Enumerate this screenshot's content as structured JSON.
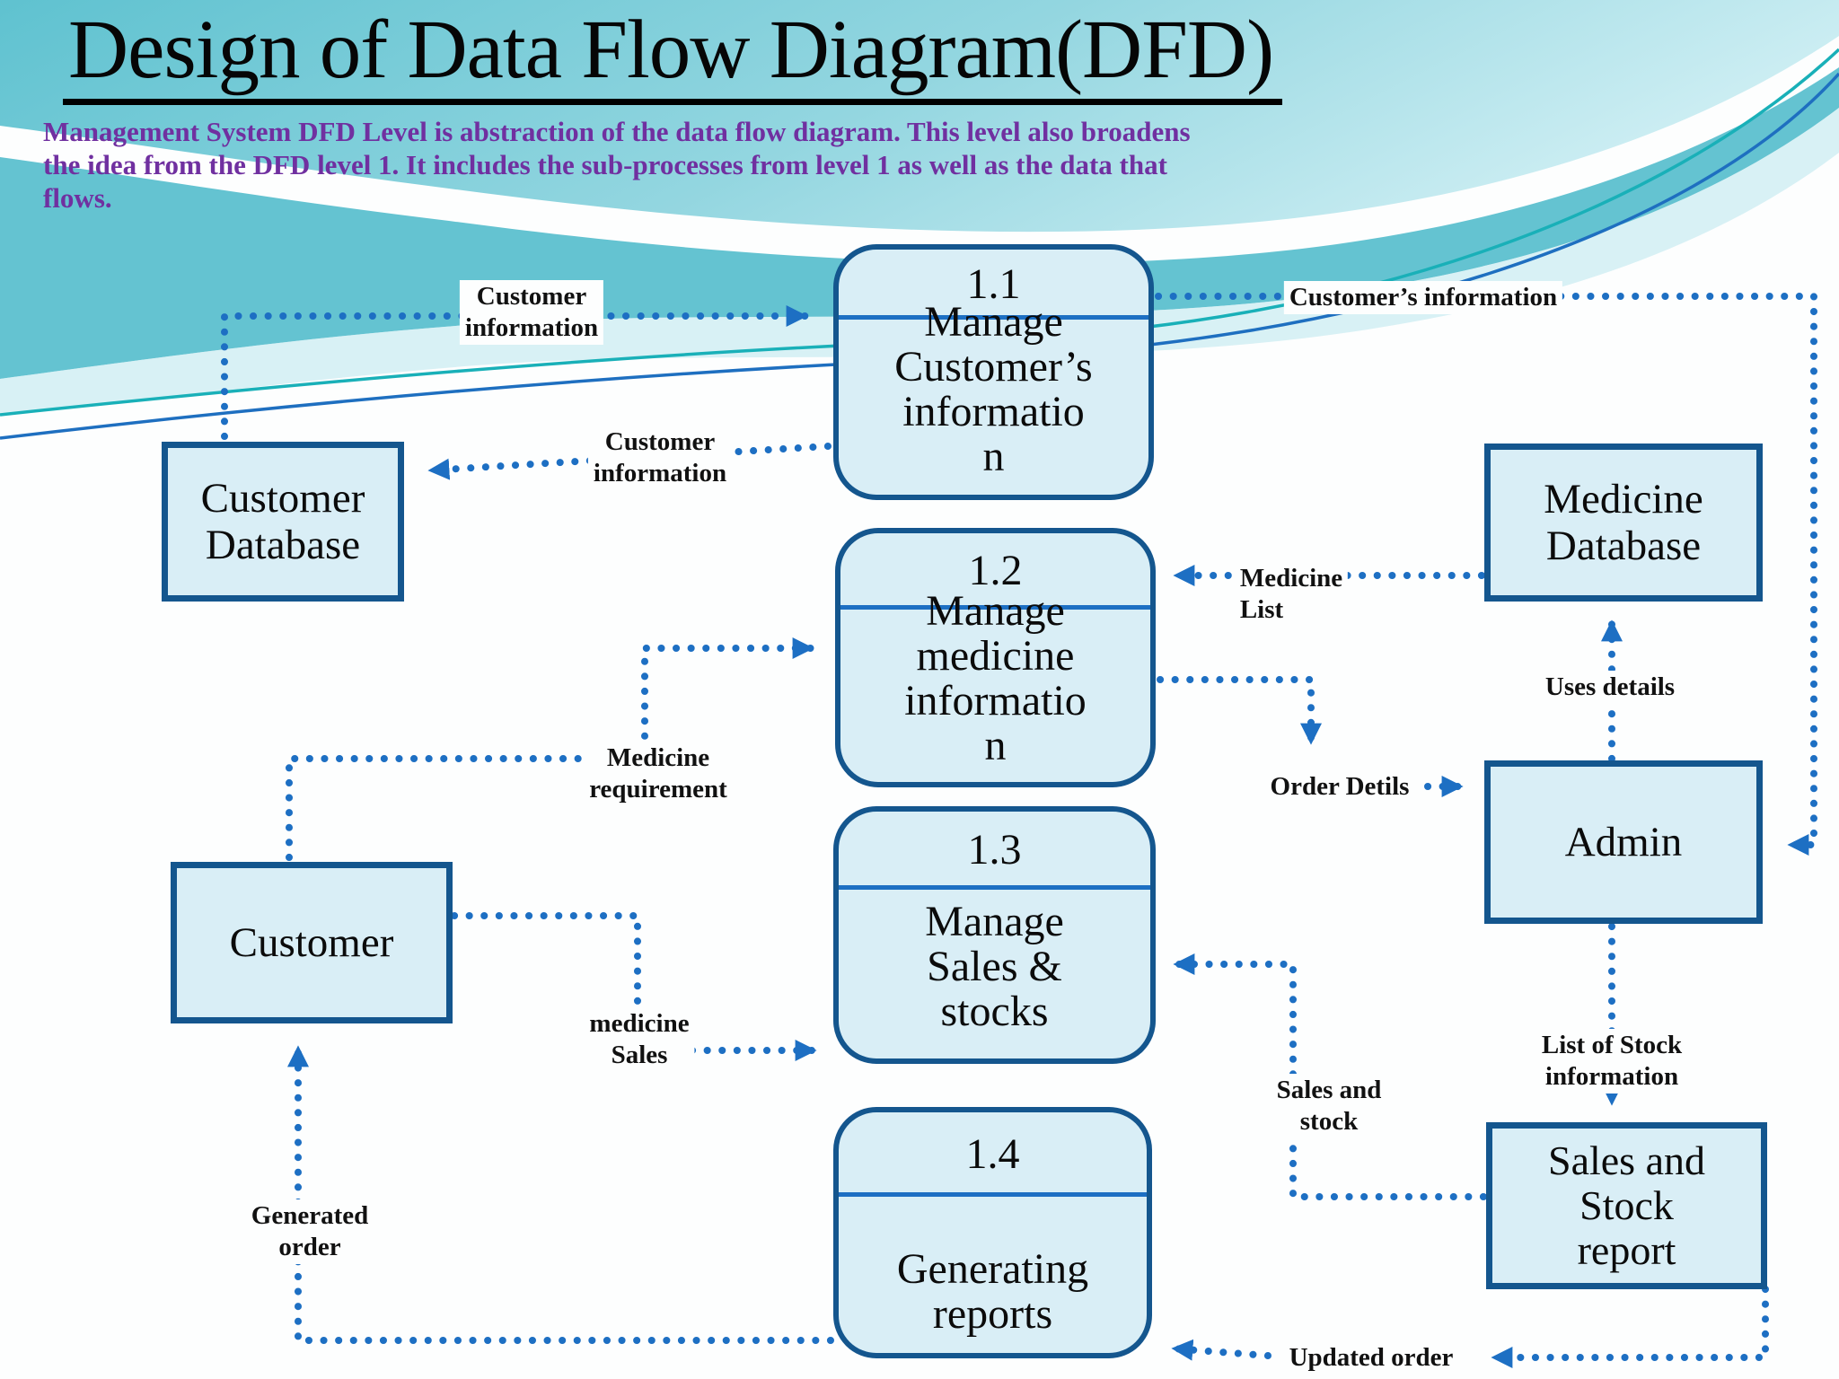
{
  "slide": {
    "title": "Design of Data Flow Diagram(DFD)",
    "description_lines": [
      "Management System DFD Level is abstraction of the data flow  diagram. This level also broadens",
      "the idea from the DFD level 1. It includes the sub-processes  from level 1 as well as the data that",
      "flows."
    ]
  },
  "diagram": {
    "processes": [
      {
        "id": "1.1",
        "lines": [
          "Manage",
          "Customer’s",
          "informatio",
          "n"
        ]
      },
      {
        "id": "1.2",
        "lines": [
          "Manage",
          "medicine",
          "informatio",
          "n"
        ]
      },
      {
        "id": "1.3",
        "lines": [
          "Manage",
          "Sales &",
          "stocks"
        ]
      },
      {
        "id": "1.4",
        "lines": [
          "Generating",
          "reports"
        ]
      }
    ],
    "entities": [
      {
        "name": "customer-database",
        "lines": [
          "Customer",
          "Database"
        ]
      },
      {
        "name": "customer",
        "lines": [
          "Customer"
        ]
      },
      {
        "name": "medicine-database",
        "lines": [
          "Medicine",
          "Database"
        ]
      },
      {
        "name": "admin",
        "lines": [
          "Admin"
        ]
      },
      {
        "name": "sales-stock-report",
        "lines": [
          "Sales and",
          "Stock",
          "report"
        ]
      }
    ],
    "flow_labels": [
      {
        "name": "customer-information-top",
        "lines": [
          "Customer",
          "information"
        ]
      },
      {
        "name": "customer-information-mid",
        "lines": [
          "Customer",
          "information"
        ]
      },
      {
        "name": "customers-information",
        "lines": [
          "Customer’s information"
        ]
      },
      {
        "name": "medicine-list",
        "lines": [
          "Medicine",
          "List"
        ]
      },
      {
        "name": "uses-details",
        "lines": [
          "Uses details"
        ]
      },
      {
        "name": "order-detils",
        "lines": [
          "Order Detils"
        ]
      },
      {
        "name": "medicine-requirement",
        "lines": [
          "Medicine",
          "requirement"
        ]
      },
      {
        "name": "medicine-sales",
        "lines": [
          "medicine",
          "Sales"
        ]
      },
      {
        "name": "sales-and-stock",
        "lines": [
          "Sales and",
          "stock"
        ]
      },
      {
        "name": "list-of-stock-information",
        "lines": [
          "List of Stock",
          "information"
        ]
      },
      {
        "name": "generated-order",
        "lines": [
          "Generated",
          "order"
        ]
      },
      {
        "name": "updated-order",
        "lines": [
          "Updated order"
        ]
      }
    ],
    "colors": {
      "box_fill": "#d9eef6",
      "box_border": "#14568e",
      "flow_blue": "#1d6fc3",
      "divider_blue": "#1d6fc3",
      "title_text": "#060606",
      "description_text": "#7030a0",
      "wave_teal_dark": "#49b9c9",
      "wave_teal_mid": "#5fc2d0",
      "wave_teal_light": "#cdeef3",
      "wave_line_teal": "#19b0b8",
      "wave_line_blue": "#1e6fc0"
    }
  }
}
